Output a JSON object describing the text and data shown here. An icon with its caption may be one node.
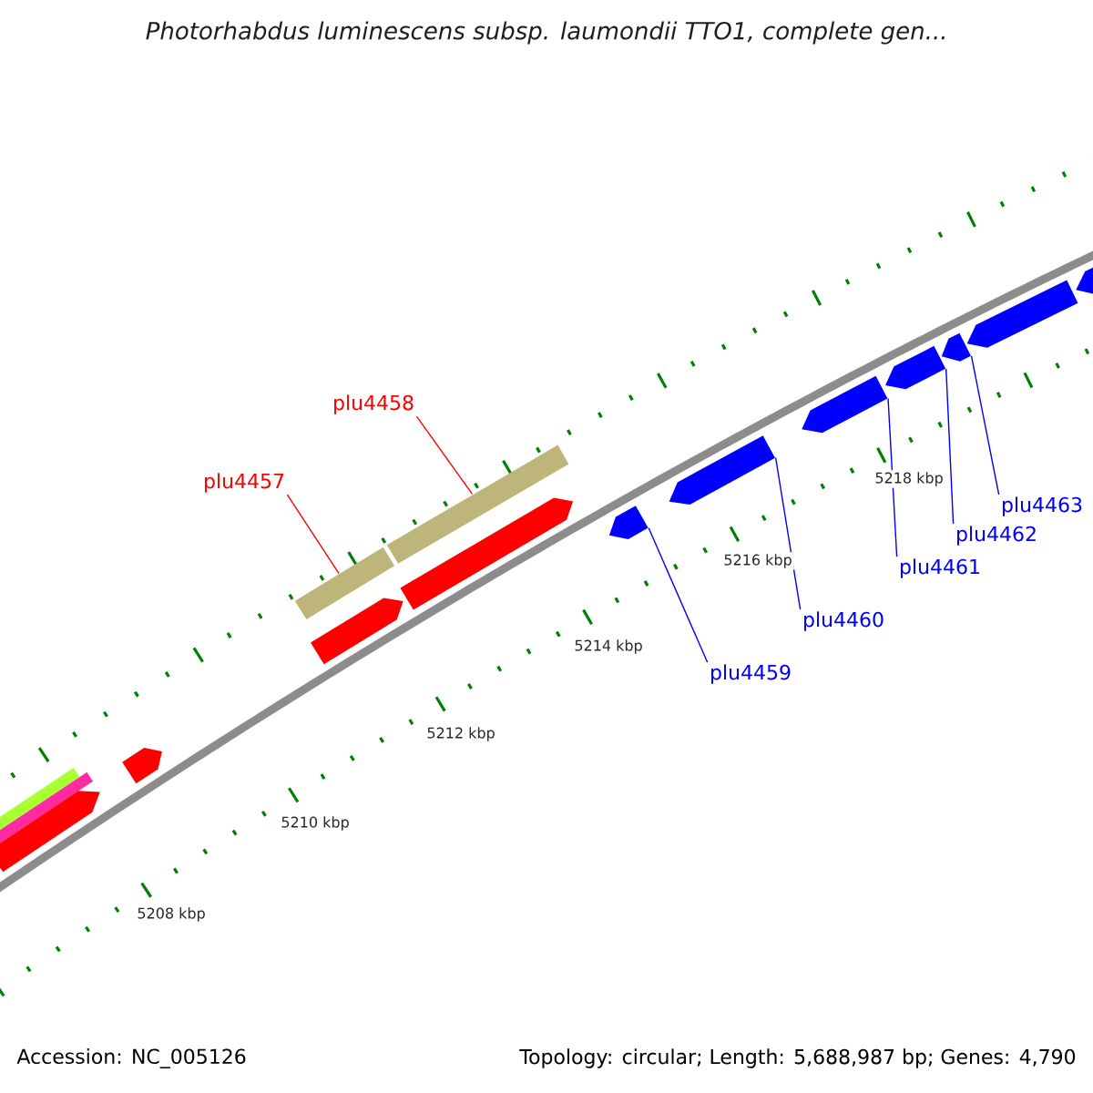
{
  "diagram": {
    "title": "Photorhabdus luminescens subsp. laumondii TTO1, complete gen...",
    "nodes": [
      {
        "text": [
          "plu4457"
        ]
      },
      {
        "text": [
          "plu4458"
        ]
      },
      {
        "text": [
          "plu4459"
        ]
      },
      {
        "text": [
          "plu4460"
        ]
      },
      {
        "text": [
          "plu4461"
        ]
      },
      {
        "text": [
          "plu4462"
        ]
      },
      {
        "text": [
          "plu4463"
        ]
      },
      {
        "text": [],
        "shape": "bar"
      },
      {
        "text": [],
        "shape": "bar"
      },
      {
        "text": [],
        "shape": "box"
      },
      {
        "text": [],
        "shape": "box"
      },
      {
        "text": [],
        "shape": "bar"
      },
      {
        "text": [],
        "shape": "bar"
      },
      {
        "text": [],
        "shape": "box"
      },
      {
        "text": [],
        "shape": "box"
      },
      {
        "text": [],
        "shape": "box"
      },
      {
        "text": [],
        "shape": "box"
      },
      {
        "text": [],
        "shape": "box"
      },
      {
        "text": [],
        "shape": "box"
      },
      {
        "text": [],
        "shape": "box"
      },
      {
        "text": [],
        "shape": "box"
      },
      {
        "text": [],
        "shape": "box"
      }
    ],
    "edges": [
      {
        "from": 0,
        "to": 11,
        "arrow": "none",
        "color": "#ff0000"
      },
      {
        "from": 1,
        "to": 12,
        "arrow": "none",
        "color": "#ff0000"
      },
      {
        "from": 2,
        "to": 15,
        "arrow": "none"
      },
      {
        "from": 3,
        "to": 16,
        "arrow": "none"
      },
      {
        "from": 4,
        "to": 17,
        "arrow": "none"
      },
      {
        "from": 5,
        "to": 18,
        "arrow": "none"
      },
      {
        "from": 6,
        "to": 19,
        "arrow": "none"
      }
    ],
    "labels": [
      "5218 kbp",
      "5216 kbp",
      "5214 kbp",
      "5212 kbp",
      "5210 kbp",
      "5208 kbp",
      "Accession: NC_005126",
      "Topology: circular; Length: 5,688,987 bp; Genes: 4,790"
    ]
  }
}
